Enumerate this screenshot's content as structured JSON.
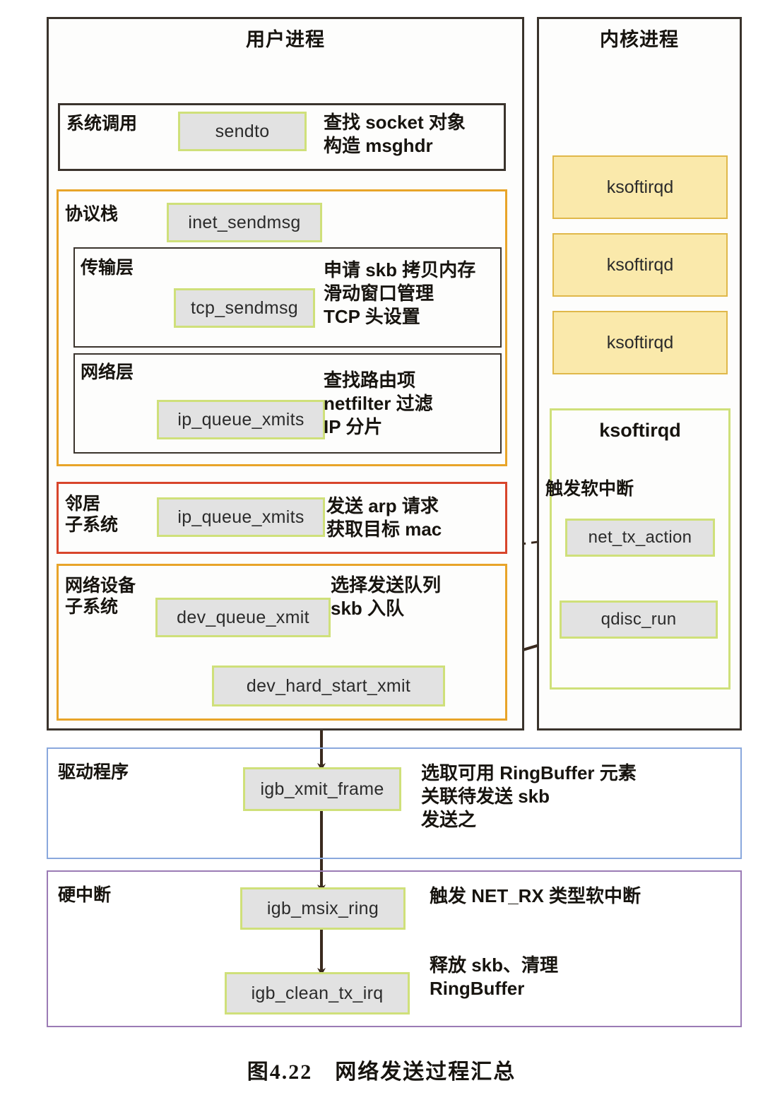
{
  "figure": {
    "caption": "图4.22　网络发送过程汇总"
  },
  "columns": {
    "user_process": "用户进程",
    "kernel_process": "内核进程"
  },
  "layers": [
    {
      "id": "syscall",
      "label": "系统调用",
      "node": "sendto",
      "note": "查找 socket 对象\n构造 msghdr"
    },
    {
      "id": "protocol-stack",
      "label": "协议栈",
      "node": "inet_sendmsg",
      "note": ""
    },
    {
      "id": "transport-layer",
      "label": "传输层",
      "node": "tcp_sendmsg",
      "note": "申请 skb 拷贝内存\n滑动窗口管理\nTCP 头设置"
    },
    {
      "id": "network-layer",
      "label": "网络层",
      "node": "ip_queue_xmits",
      "note": "查找路由项\nnetfilter 过滤\nIP 分片"
    },
    {
      "id": "neighbour-subsystem",
      "label": "邻居\n子系统",
      "node": "ip_queue_xmits",
      "note": "发送 arp 请求\n获取目标 mac"
    },
    {
      "id": "netdevice-subsystem",
      "label": "网络设备\n子系统",
      "node": "dev_queue_xmit",
      "node2": "dev_hard_start_xmit",
      "note": "选择发送队列\nskb 入队"
    },
    {
      "id": "driver",
      "label": "驱动程序",
      "node": "igb_xmit_frame",
      "note": "选取可用 RingBuffer 元素\n关联待发送 skb\n发送之"
    },
    {
      "id": "hard-irq",
      "label": "硬中断",
      "node": "igb_msix_ring",
      "note": "触发 NET_RX 类型软中断",
      "node2": "igb_clean_tx_irq",
      "note2": "释放 skb、清理\nRingBuffer"
    }
  ],
  "kernel": {
    "threads": [
      "ksoftirqd",
      "ksoftirqd",
      "ksoftirqd"
    ],
    "softirq_group": {
      "title": "ksoftirqd",
      "trigger_label": "触发软中断",
      "nodes": [
        "net_tx_action",
        "qdisc_run"
      ]
    }
  },
  "colors": {
    "frame": "#3a332c",
    "orange": "#e8a429",
    "red": "#d8452b",
    "blue": "#8aa8dd",
    "purple": "#9b7bb5",
    "node_fill": "#e2e2e2",
    "node_border": "#cfe07a",
    "kthread_fill": "#fae9ab",
    "kthread_border": "#e0b84a",
    "arrow": "#3a2a1e"
  }
}
